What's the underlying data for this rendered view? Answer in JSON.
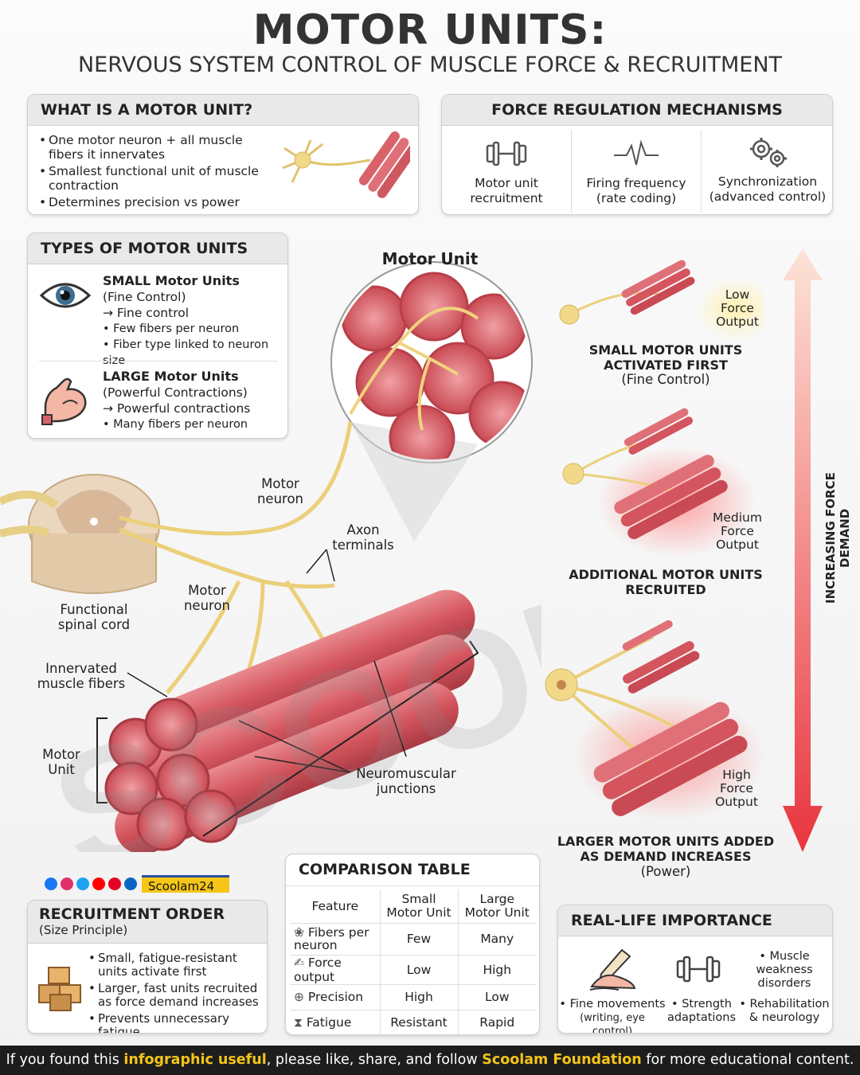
{
  "title": "MOTOR UNITS:",
  "subtitle": "NERVOUS SYSTEM CONTROL OF MUSCLE FORCE & RECRUITMENT",
  "what_is": {
    "heading": "WHAT IS A MOTOR UNIT?",
    "bullets": [
      "One motor neuron + all muscle fibers it innervates",
      "Smallest functional unit of muscle contraction",
      "Determines precision vs power"
    ]
  },
  "force_reg": {
    "heading": "FORCE REGULATION MECHANISMS",
    "items": [
      {
        "icon": "dumbbell-icon",
        "label": "Motor unit recruitment"
      },
      {
        "icon": "pulse-icon",
        "label": "Firing frequency (rate coding)"
      },
      {
        "icon": "gears-icon",
        "label": "Synchronization (advanced control)"
      }
    ]
  },
  "types": {
    "heading": "TYPES OF MOTOR UNITS",
    "small": {
      "title": "SMALL Motor Units",
      "sub": "(Fine Control)",
      "arrow": "→ Fine control",
      "b1": "• Few fibers per neuron",
      "b2": "• Fiber type linked to neuron size"
    },
    "large": {
      "title": "LARGE Motor Units",
      "sub": "(Powerful Contractions)",
      "arrow": "→ Powerful contractions",
      "b1": "• Many fibers per neuron"
    }
  },
  "diagram": {
    "motor_unit_title": "Motor Unit",
    "motor_neuron_1": "Motor neuron",
    "axon_terminals": "Axon terminals",
    "motor_neuron_2": "Motor neuron",
    "spinal_cord": "Functional spinal cord",
    "innervated": "Innervated muscle fibers",
    "motor_unit_bracket": "Motor Unit",
    "nmj": "Neuromuscular junctions",
    "watermark": "SCOOLAM"
  },
  "recruit_stages": {
    "low_out": "Low Force Output",
    "small_first_1": "SMALL MOTOR UNITS",
    "small_first_2": "ACTIVATED FIRST",
    "small_first_3": "(Fine Control)",
    "med_out": "Medium Force Output",
    "additional_1": "ADDITIONAL MOTOR UNITS",
    "additional_2": "RECRUITED",
    "high_out": "High Force Output",
    "larger_1": "LARGER MOTOR UNITS ADDED",
    "larger_2": "AS DEMAND INCREASES",
    "larger_3": "(Power)",
    "axis": "INCREASING FORCE DEMAND"
  },
  "social": {
    "handle": "Scoolam24",
    "colors": [
      "#1877f2",
      "#e1306c",
      "#1da1f2",
      "#ff0000",
      "#e60023",
      "#0a66c2"
    ]
  },
  "recruit_order": {
    "heading": "RECRUITMENT ORDER",
    "sub": "(Size Principle)",
    "bullets": [
      "Small, fatigue-resistant units activate first",
      "Larger, fast units recruited as force demand increases",
      "Prevents unnecessary fatigue"
    ]
  },
  "comparison": {
    "heading": "COMPARISON TABLE",
    "cols": [
      "Feature",
      "Small Motor Unit",
      "Large Motor Unit"
    ],
    "rows": [
      {
        "feature": "Fibers per neuron",
        "small": "Few",
        "large": "Many"
      },
      {
        "feature": "Force output",
        "small": "Low",
        "large": "High"
      },
      {
        "feature": "Precision",
        "small": "High",
        "large": "Low"
      },
      {
        "feature": "Fatigue",
        "small": "Resistant",
        "large": "Rapid"
      }
    ]
  },
  "real_life": {
    "heading": "REAL-LIFE IMPORTANCE",
    "items": [
      {
        "l1": "• Fine movements",
        "l2": "(writing, eye control)"
      },
      {
        "l1": "• Strength",
        "l2": "adaptations"
      },
      {
        "l1": "• Rehabilitation",
        "l2": "& neurology"
      }
    ],
    "weakness_1": "• Muscle",
    "weakness_2": "weakness",
    "weakness_3": "disorders"
  },
  "footer": {
    "p1": "If you found this ",
    "h1": "infographic useful",
    "p2": ", please like, share, and follow ",
    "h2": "Scoolam Foundation",
    "p3": " for more educational content."
  }
}
